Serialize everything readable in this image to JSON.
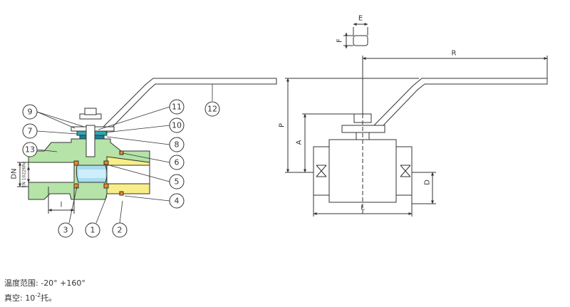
{
  "callouts": [
    "1",
    "2",
    "3",
    "4",
    "5",
    "6",
    "7",
    "8",
    "9",
    "10",
    "11",
    "12",
    "13"
  ],
  "dimensions": {
    "E": "E",
    "F": "F",
    "R": "R",
    "P": "P",
    "A": "A",
    "D": "D",
    "L": "L",
    "l": "l",
    "DN": "DN",
    "EN": "EN 10226Rc"
  },
  "specs": {
    "temperature_label": "温度范围:",
    "temperature_value": "-20° +160°",
    "vacuum_label": "真空:",
    "vacuum_base": "10",
    "vacuum_exponent": "-2",
    "vacuum_unit": "托。"
  },
  "colors": {
    "body_green": "#b5e3a8",
    "end_yellow": "#f7ee8a",
    "seat_orange": "#f08a1c",
    "ball_blue": "#a8dcef",
    "stem_teal": "#2ea8a8",
    "line": "#333333"
  }
}
